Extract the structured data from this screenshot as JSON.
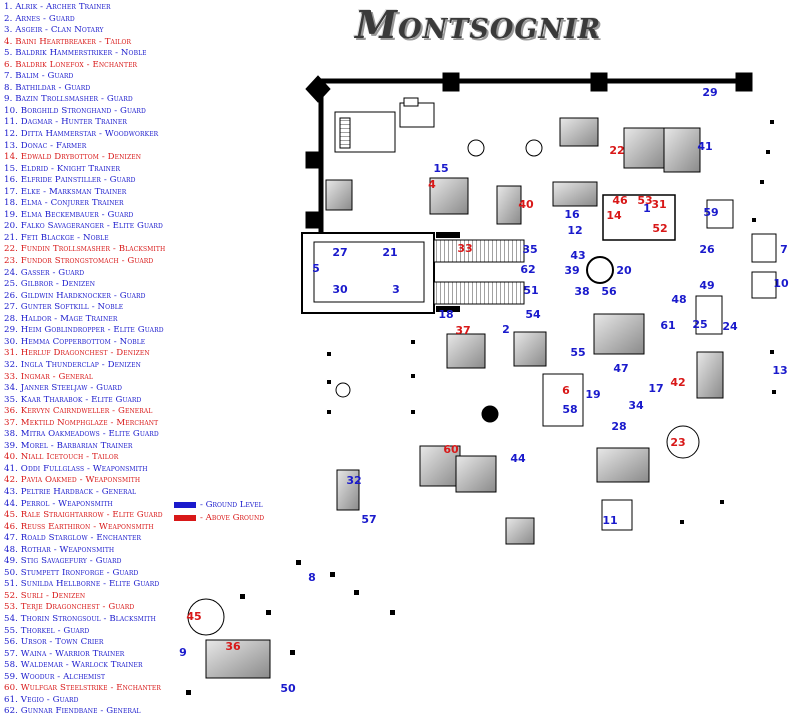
{
  "title": "Montsognir",
  "colors": {
    "ground": "#1a1acc",
    "above": "#d81818",
    "wall": "#000000",
    "roof": "#808080"
  },
  "legend": [
    {
      "n": "1. Alrik - Archer Trainer",
      "level": "ground"
    },
    {
      "n": "2. Arnes - Guard",
      "level": "ground"
    },
    {
      "n": "3. Asgeir - Clan Notary",
      "level": "ground"
    },
    {
      "n": "4. Baini Heartbreaker - Tailor",
      "level": "above"
    },
    {
      "n": "5. Baldrik Hammerstriker - Noble",
      "level": "ground"
    },
    {
      "n": "6. Baldrik Lonefox - Enchanter",
      "level": "above"
    },
    {
      "n": "7. Balim - Guard",
      "level": "ground"
    },
    {
      "n": "8. Bathildar - Guard",
      "level": "ground"
    },
    {
      "n": "9. Bazin Trollsmasher - Guard",
      "level": "ground"
    },
    {
      "n": "10. Borghild Stronghand - Guard",
      "level": "ground"
    },
    {
      "n": "11. Dagmar - Hunter Trainer",
      "level": "ground"
    },
    {
      "n": "12. Ditta Hammerstar - Woodworker",
      "level": "ground"
    },
    {
      "n": "13. Donac - Farmer",
      "level": "ground"
    },
    {
      "n": "14. Edwald Drybottom - Denizen",
      "level": "above"
    },
    {
      "n": "15. Eldrid - Knight Trainer",
      "level": "ground"
    },
    {
      "n": "16. Elfride Painstiller - Guard",
      "level": "ground"
    },
    {
      "n": "17. Elke - Marksman Trainer",
      "level": "ground"
    },
    {
      "n": "18. Elma - Conjurer Trainer",
      "level": "ground"
    },
    {
      "n": "19. Elma Beckembauer - Guard",
      "level": "ground"
    },
    {
      "n": "20. Falko Savageranger - Elite Guard",
      "level": "ground"
    },
    {
      "n": "21. Feti Blackge - Noble",
      "level": "ground"
    },
    {
      "n": "22. Fundin Trollsmasher - Blacksmith",
      "level": "above"
    },
    {
      "n": "23. Fundor Strongstomach - Guard",
      "level": "above"
    },
    {
      "n": "24. Gasser - Guard",
      "level": "ground"
    },
    {
      "n": "25. Gilbror - Denizen",
      "level": "ground"
    },
    {
      "n": "26. Gildwin Hardknocker - Guard",
      "level": "ground"
    },
    {
      "n": "27. Gunter Softkill - Noble",
      "level": "ground"
    },
    {
      "n": "28. Haldor - Mage Trainer",
      "level": "ground"
    },
    {
      "n": "29. Heim Goblindropper - Elite Guard",
      "level": "ground"
    },
    {
      "n": "30. Hemma Copperbottom - Noble",
      "level": "ground"
    },
    {
      "n": "31. Herluf Dragonchest - Denizen",
      "level": "above"
    },
    {
      "n": "32. Ingla Thunderclap - Denizen",
      "level": "ground"
    },
    {
      "n": "33. Ingmar - General",
      "level": "above"
    },
    {
      "n": "34. Janner Steeljaw - Guard",
      "level": "ground"
    },
    {
      "n": "35. Kaar Tharabok - Elite Guard",
      "level": "ground"
    },
    {
      "n": "36. Kervyn Cairndweller - General",
      "level": "above"
    },
    {
      "n": "37. Mektild Nomphglaze - Merchant",
      "level": "above"
    },
    {
      "n": "38. Mitra Oakmeadows - Elite Guard",
      "level": "ground"
    },
    {
      "n": "39. Morel - Barbarian Trainer",
      "level": "ground"
    },
    {
      "n": "40. Niall Icetouch - Tailor",
      "level": "above"
    },
    {
      "n": "41. Oddi Fullglass - Weaponsmith",
      "level": "ground"
    },
    {
      "n": "42. Pavia Oakmed - Weaponsmith",
      "level": "above"
    },
    {
      "n": "43. Peltrie Hardback - General",
      "level": "ground"
    },
    {
      "n": "44. Perrol - Weaponsmith",
      "level": "ground"
    },
    {
      "n": "45. Rale Straightarrow - Elite Guard",
      "level": "above"
    },
    {
      "n": "46. Reuss Earthiron - Weaponsmith",
      "level": "above"
    },
    {
      "n": "47. Roald Starglow - Enchanter",
      "level": "ground"
    },
    {
      "n": "48. Rothar - Weaponsmith",
      "level": "ground"
    },
    {
      "n": "49. Stig Savagefury - Guard",
      "level": "ground"
    },
    {
      "n": "50. Stumpett Ironforge - Guard",
      "level": "ground"
    },
    {
      "n": "51. Sunilda Hellborne - Elite Guard",
      "level": "ground"
    },
    {
      "n": "52. Surli - Denizen",
      "level": "above"
    },
    {
      "n": "53. Terje Dragonchest - Guard",
      "level": "above"
    },
    {
      "n": "54. Thorin Strongsoul - Blacksmith",
      "level": "ground"
    },
    {
      "n": "55. Thorkel - Guard",
      "level": "ground"
    },
    {
      "n": "56. Ursor - Town Crier",
      "level": "ground"
    },
    {
      "n": "57. Waina - Warrior Trainer",
      "level": "ground"
    },
    {
      "n": "58. Waldemar - Warlock Trainer",
      "level": "ground"
    },
    {
      "n": "59. Woodur - Alchemist",
      "level": "ground"
    },
    {
      "n": "60. Wulfgar Steelstrike - Enchanter",
      "level": "above"
    },
    {
      "n": "61. Vegio - Guard",
      "level": "ground"
    },
    {
      "n": "62. Gunnar Fiendbane - General",
      "level": "ground"
    }
  ],
  "key": {
    "ground": "- Ground Level",
    "above": "- Above Ground"
  },
  "map_labels": [
    {
      "t": "29",
      "level": "ground"
    },
    {
      "t": "41",
      "level": "ground"
    },
    {
      "t": "22",
      "level": "above"
    },
    {
      "t": "15",
      "level": "ground"
    },
    {
      "t": "4",
      "level": "above"
    },
    {
      "t": "40",
      "level": "above"
    },
    {
      "t": "16",
      "level": "ground"
    },
    {
      "t": "46",
      "level": "above"
    },
    {
      "t": "53",
      "level": "above"
    },
    {
      "t": "1",
      "level": "ground"
    },
    {
      "t": "31",
      "level": "above"
    },
    {
      "t": "14",
      "level": "above"
    },
    {
      "t": "52",
      "level": "above"
    },
    {
      "t": "59",
      "level": "ground"
    },
    {
      "t": "12",
      "level": "ground"
    },
    {
      "t": "27",
      "level": "ground"
    },
    {
      "t": "21",
      "level": "ground"
    },
    {
      "t": "33",
      "level": "above"
    },
    {
      "t": "35",
      "level": "ground"
    },
    {
      "t": "43",
      "level": "ground"
    },
    {
      "t": "26",
      "level": "ground"
    },
    {
      "t": "7",
      "level": "ground"
    },
    {
      "t": "5",
      "level": "ground"
    },
    {
      "t": "62",
      "level": "ground"
    },
    {
      "t": "39",
      "level": "ground"
    },
    {
      "t": "20",
      "level": "ground"
    },
    {
      "t": "10",
      "level": "ground"
    },
    {
      "t": "30",
      "level": "ground"
    },
    {
      "t": "3",
      "level": "ground"
    },
    {
      "t": "51",
      "level": "ground"
    },
    {
      "t": "38",
      "level": "ground"
    },
    {
      "t": "56",
      "level": "ground"
    },
    {
      "t": "49",
      "level": "ground"
    },
    {
      "t": "48",
      "level": "ground"
    },
    {
      "t": "18",
      "level": "ground"
    },
    {
      "t": "54",
      "level": "ground"
    },
    {
      "t": "61",
      "level": "ground"
    },
    {
      "t": "25",
      "level": "ground"
    },
    {
      "t": "24",
      "level": "ground"
    },
    {
      "t": "37",
      "level": "above"
    },
    {
      "t": "2",
      "level": "ground"
    },
    {
      "t": "55",
      "level": "ground"
    },
    {
      "t": "47",
      "level": "ground"
    },
    {
      "t": "13",
      "level": "ground"
    },
    {
      "t": "6",
      "level": "above"
    },
    {
      "t": "19",
      "level": "ground"
    },
    {
      "t": "17",
      "level": "ground"
    },
    {
      "t": "42",
      "level": "above"
    },
    {
      "t": "58",
      "level": "ground"
    },
    {
      "t": "34",
      "level": "ground"
    },
    {
      "t": "28",
      "level": "ground"
    },
    {
      "t": "23",
      "level": "above"
    },
    {
      "t": "60",
      "level": "above"
    },
    {
      "t": "44",
      "level": "ground"
    },
    {
      "t": "32",
      "level": "ground"
    },
    {
      "t": "11",
      "level": "ground"
    },
    {
      "t": "57",
      "level": "ground"
    },
    {
      "t": "8",
      "level": "ground"
    },
    {
      "t": "45",
      "level": "above"
    },
    {
      "t": "36",
      "level": "above"
    },
    {
      "t": "9",
      "level": "ground"
    },
    {
      "t": "50",
      "level": "ground"
    }
  ]
}
